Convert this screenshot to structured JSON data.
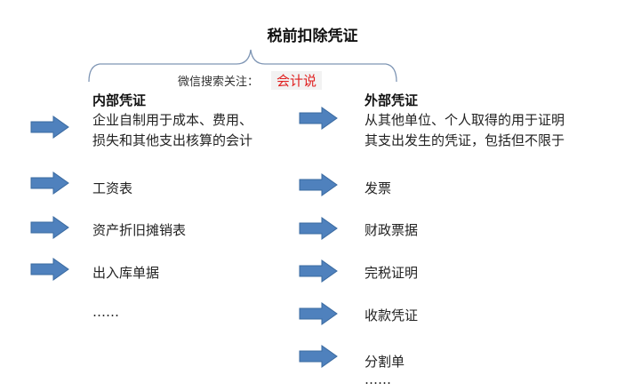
{
  "title": "税前扣除凭证",
  "note": "微信搜索关注：",
  "brand": "会计说",
  "internal": {
    "heading": "内部凭证",
    "description_lines": [
      "企业自制用于成本、费用、",
      "损失和其他支出核算的会计"
    ],
    "items": [
      "工资表",
      "资产折旧摊销表",
      "出入库单据",
      "……"
    ]
  },
  "external": {
    "heading": "外部凭证",
    "description_lines": [
      "从其他单位、个人取得的用于证明",
      "其支出发生的凭证，包括但不限于"
    ],
    "items": [
      "发票",
      "财政票据",
      "完税证明",
      "收款凭证",
      "分割单",
      "……"
    ]
  },
  "colors": {
    "arrow_fill": "#4f81bd",
    "arrow_stroke": "#3a6aa0",
    "brace": "#7f96b5",
    "brand": "#e02020"
  }
}
